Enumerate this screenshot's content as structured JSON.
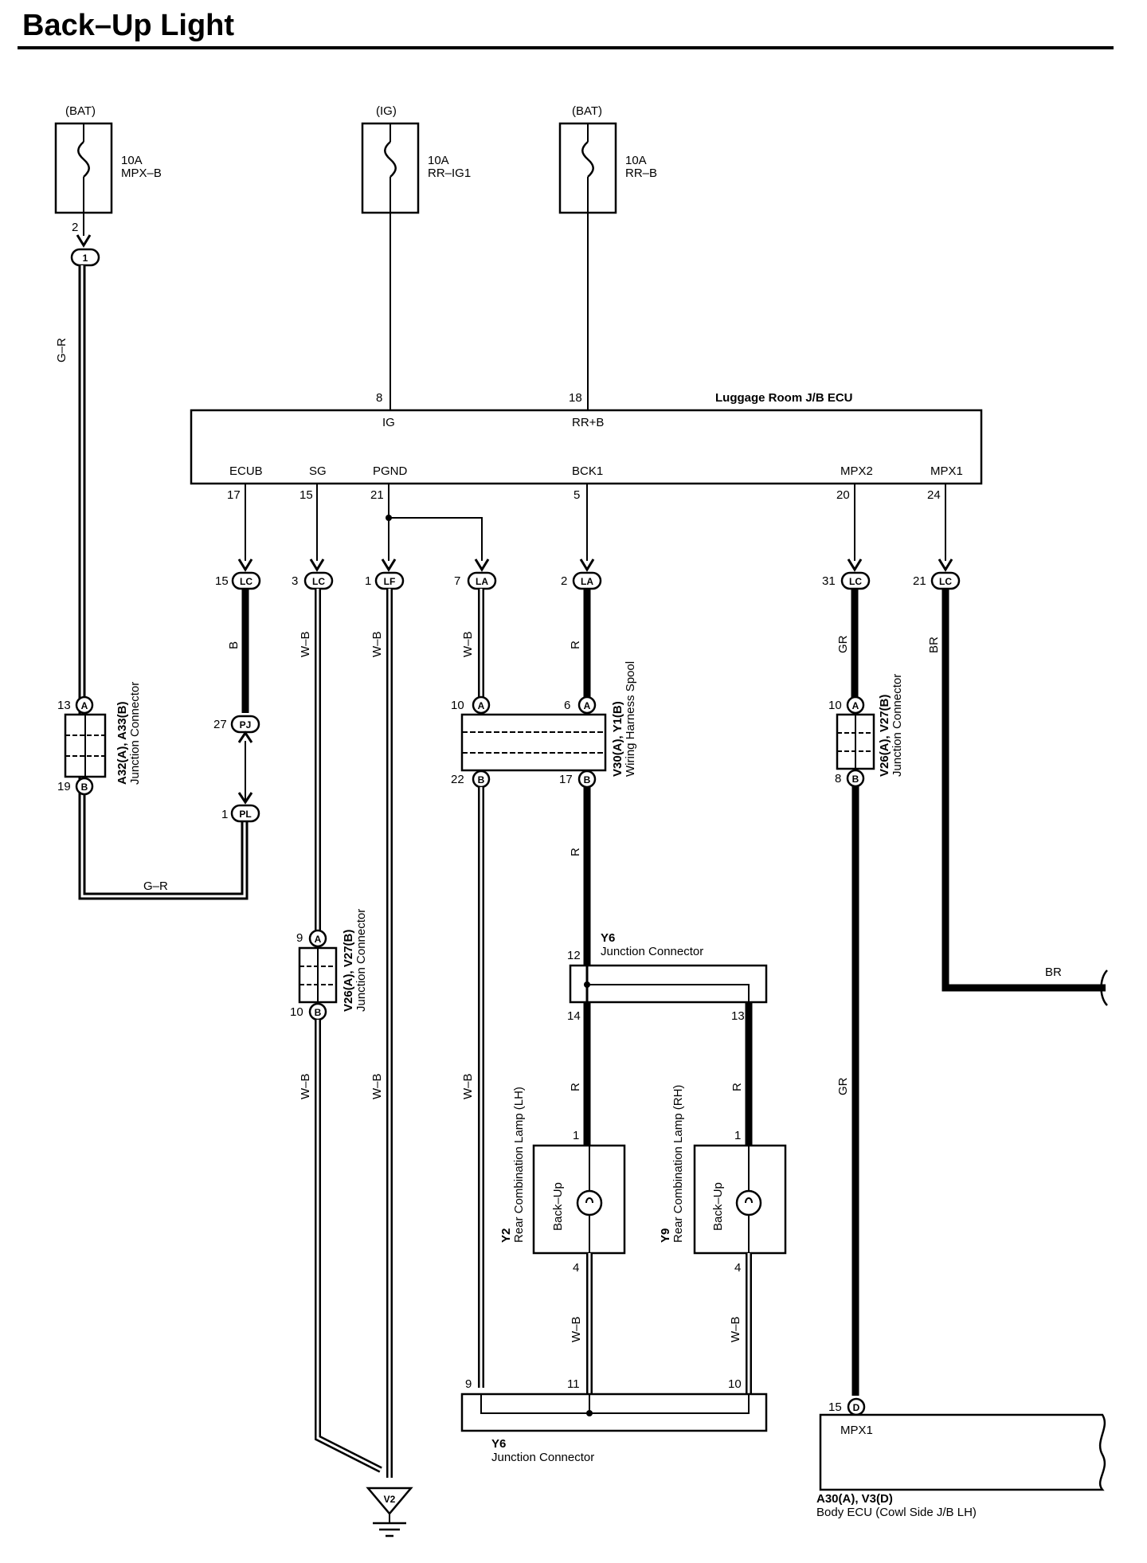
{
  "title": "Back–Up Light",
  "fuses": [
    {
      "source": "(BAT)",
      "rating": "10A",
      "name": "MPX–B"
    },
    {
      "source": "(IG)",
      "rating": "10A",
      "name": "RR–IG1"
    },
    {
      "source": "(BAT)",
      "rating": "10A",
      "name": "RR–B"
    }
  ],
  "ecu": {
    "name": "Luggage Room J/B ECU",
    "top_pins": [
      {
        "num": "8",
        "label": "IG"
      },
      {
        "num": "18",
        "label": "RR+B"
      }
    ],
    "bottom_pins": [
      {
        "num": "17",
        "label": "ECUB"
      },
      {
        "num": "15",
        "label": "SG"
      },
      {
        "num": "21",
        "label": "PGND"
      },
      {
        "num": "5",
        "label": "BCK1"
      },
      {
        "num": "20",
        "label": "MPX2"
      },
      {
        "num": "24",
        "label": "MPX1"
      }
    ]
  },
  "connectors": {
    "c_1": {
      "pin": "2",
      "code": "1"
    },
    "lc15": {
      "pin": "15",
      "code": "LC"
    },
    "lc3": {
      "pin": "3",
      "code": "LC"
    },
    "lf1": {
      "pin": "1",
      "code": "LF"
    },
    "la7": {
      "pin": "7",
      "code": "LA"
    },
    "la2": {
      "pin": "2",
      "code": "LA"
    },
    "lc31": {
      "pin": "31",
      "code": "LC"
    },
    "lc21": {
      "pin": "21",
      "code": "LC"
    },
    "pj27": {
      "pin": "27",
      "code": "PJ"
    },
    "pl1": {
      "pin": "1",
      "code": "PL"
    }
  },
  "wire_colors": {
    "gr_left": "G–R",
    "gr_bottom": "G–R",
    "b": "B",
    "wb": "W–B",
    "r": "R",
    "gr": "GR",
    "br": "BR"
  },
  "junctions": {
    "a32": {
      "pin_a": "13",
      "pin_b": "19",
      "a": "A",
      "b": "B",
      "name": "A32(A), A33(B)",
      "desc": "Junction Connector"
    },
    "v26_sg": {
      "pin_a": "9",
      "pin_b": "10",
      "a": "A",
      "b": "B",
      "name": "V26(A), V27(B)",
      "desc": "Junction Connector"
    },
    "v30": {
      "pin_a1": "10",
      "pin_a2": "6",
      "pin_b1": "22",
      "pin_b2": "17",
      "a": "A",
      "b": "B",
      "name": "V30(A), Y1(B)",
      "desc": "Wiring Harness Spool"
    },
    "v26_mpx": {
      "pin_a": "10",
      "pin_b": "8",
      "a": "A",
      "b": "B",
      "name": "V26(A), V27(B)",
      "desc": "Junction Connector"
    },
    "y6_top": {
      "name": "Y6",
      "desc": "Junction Connector",
      "pin_in": "12",
      "pin_l": "14",
      "pin_r": "13"
    },
    "y6_bottom": {
      "name": "Y6",
      "desc": "Junction Connector",
      "pin_l": "9",
      "pin_m": "11",
      "pin_r": "10"
    }
  },
  "lamps": [
    {
      "code": "Y2",
      "name": "Rear Combination Lamp (LH)",
      "label": "Back–Up",
      "pin_top": "1",
      "pin_bottom": "4"
    },
    {
      "code": "Y9",
      "name": "Rear Combination Lamp (RH)",
      "label": "Back–Up",
      "pin_top": "1",
      "pin_bottom": "4"
    }
  ],
  "body_ecu": {
    "pin": "15",
    "code": "D",
    "label": "MPX1",
    "name": "A30(A), V3(D)",
    "desc": "Body ECU (Cowl Side J/B LH)"
  },
  "ground": {
    "code": "V2"
  }
}
